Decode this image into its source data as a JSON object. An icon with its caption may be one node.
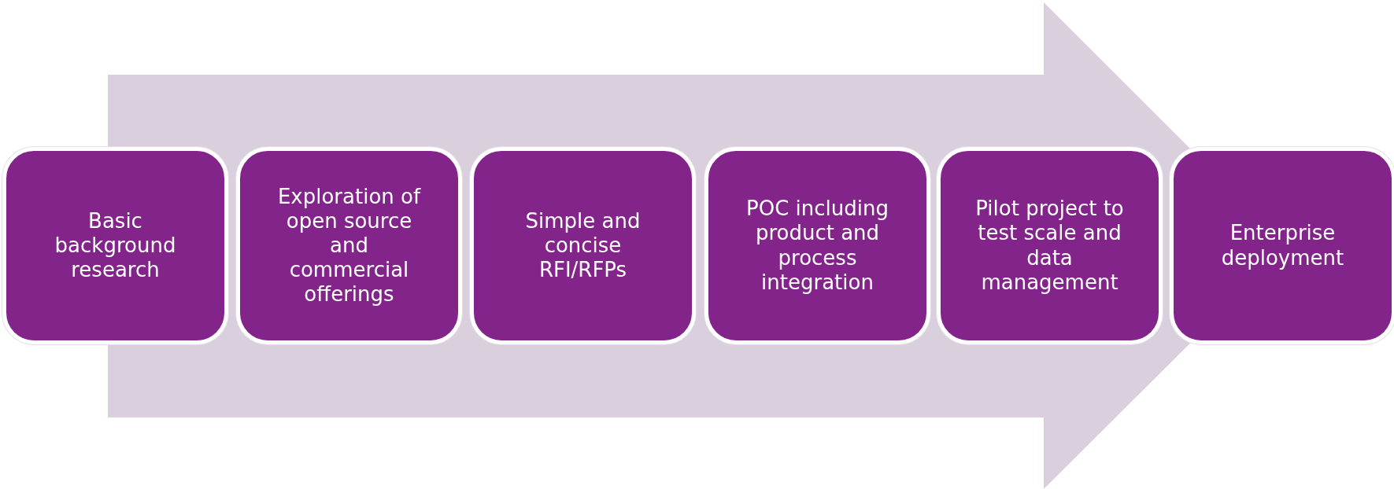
{
  "diagram": {
    "nodes": [
      {
        "text": [
          "Basic background research"
        ]
      },
      {
        "text": [
          "Exploration of open source and commercial offerings"
        ]
      },
      {
        "text": [
          "Simple and concise RFI/RFPs"
        ]
      },
      {
        "text": [
          "POC including product and process integration"
        ]
      },
      {
        "text": [
          "Pilot project to test scale and data management"
        ]
      },
      {
        "text": [
          "Enterprise deployment"
        ]
      }
    ],
    "edges": [
      {
        "from": 0,
        "to": 5,
        "arrow": "to",
        "style": "thick"
      }
    ]
  }
}
